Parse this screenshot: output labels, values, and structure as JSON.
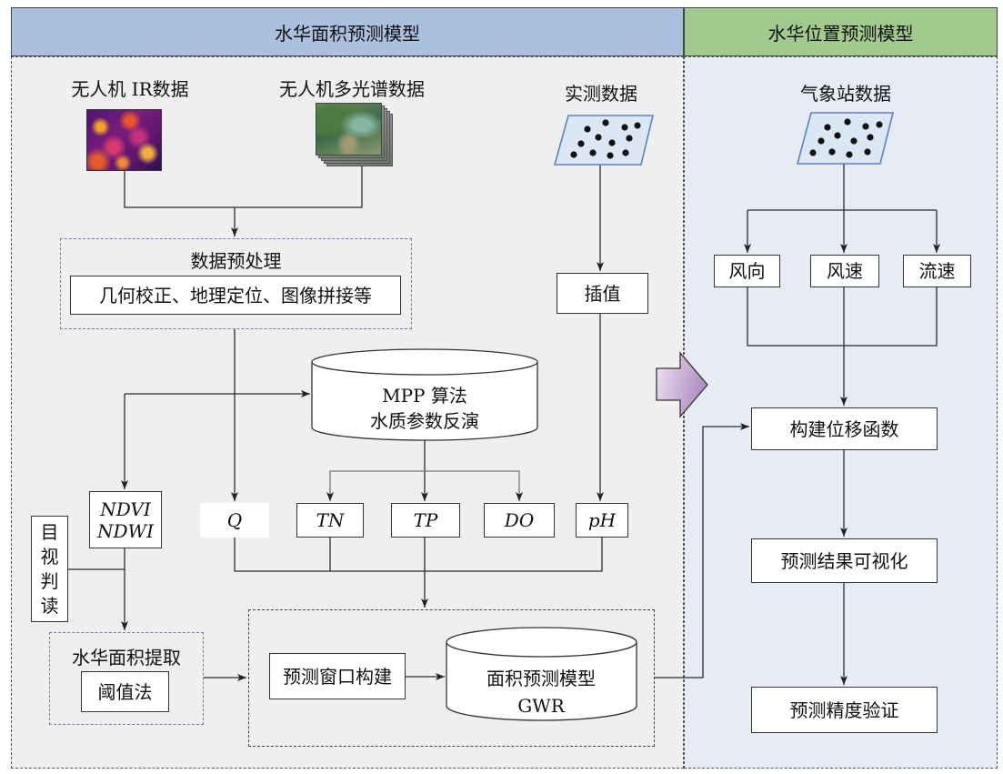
{
  "headers": {
    "left": "水华面积预测模型",
    "right": "水华位置预测模型"
  },
  "left": {
    "ir_label": "无人机 IR数据",
    "ms_label": "无人机多光谱数据",
    "field_label": "实测数据",
    "preprocess": {
      "title": "数据预处理",
      "content": "几何校正、地理定位、图像拼接等"
    },
    "mpp": {
      "line1": "MPP 算法",
      "line2": "水质参数反演"
    },
    "interp": "插值",
    "index": {
      "line1": "NDVI",
      "line2": "NDWI"
    },
    "params": [
      "Q",
      "TN",
      "TP",
      "DO",
      "pH"
    ],
    "visual": "目视判读",
    "extract": {
      "title": "水华面积提取",
      "content": "阈值法"
    },
    "window": "预测窗口构建",
    "gwr": {
      "line1": "面积预测模型",
      "line2": "GWR"
    }
  },
  "right": {
    "station_label": "气象站数据",
    "factors": [
      "风向",
      "风速",
      "流速"
    ],
    "displacement": "构建位移函数",
    "visualize": "预测结果可视化",
    "validate": "预测精度验证"
  },
  "colors": {
    "header_left": "#abc0df",
    "header_right": "#a2c98e",
    "panel_left": "#efefef",
    "panel_right": "#e7ebf4"
  }
}
